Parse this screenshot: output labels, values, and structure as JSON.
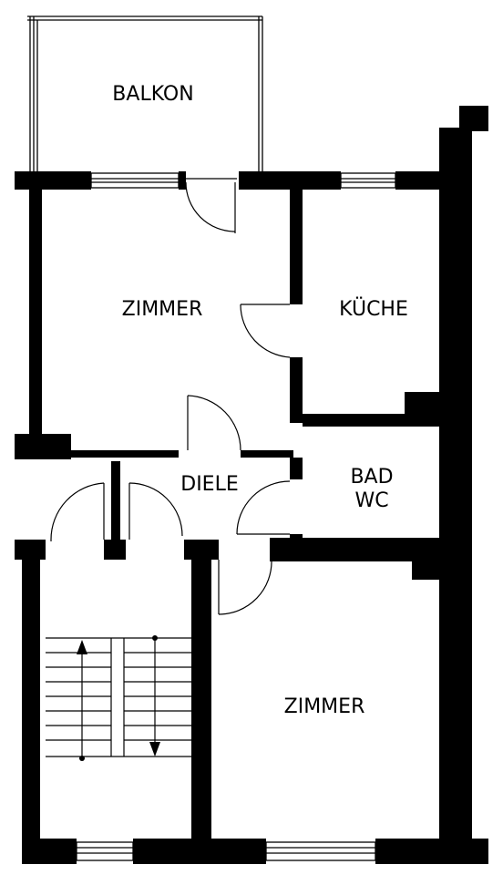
{
  "rooms": {
    "balkon": "BALKON",
    "zimmer_top": "ZIMMER",
    "kueche": "KÜCHE",
    "diele": "DIELE",
    "bad_line1": "BAD",
    "bad_line2": "WC",
    "zimmer_bottom": "ZIMMER"
  },
  "colors": {
    "wall": "#000000",
    "background": "#ffffff"
  }
}
